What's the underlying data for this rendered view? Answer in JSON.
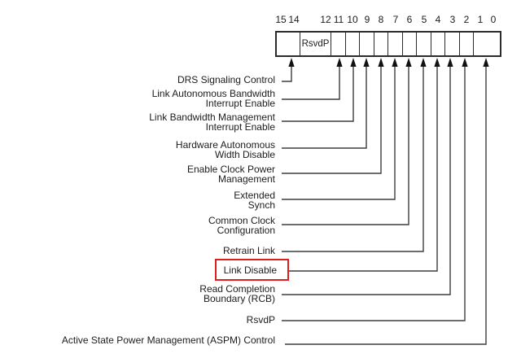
{
  "register": {
    "bit_numbers": [
      "15",
      "14",
      "12",
      "11",
      "10",
      "9",
      "8",
      "7",
      "6",
      "5",
      "4",
      "3",
      "2",
      "1",
      "0"
    ],
    "rsvdp_cell_label": "RsvdP"
  },
  "fields": [
    {
      "label": "DRS Signaling Control",
      "bits": "15:14"
    },
    {
      "label": "Link Autonomous Bandwidth\nInterrupt Enable",
      "bits": "11"
    },
    {
      "label": "Link Bandwidth Management\nInterrupt Enable",
      "bits": "10"
    },
    {
      "label": "Hardware Autonomous\nWidth Disable",
      "bits": "9"
    },
    {
      "label": "Enable Clock Power\nManagement",
      "bits": "8"
    },
    {
      "label": "Extended\nSynch",
      "bits": "7"
    },
    {
      "label": "Common Clock\nConfiguration",
      "bits": "6"
    },
    {
      "label": "Retrain Link",
      "bits": "5"
    },
    {
      "label": "Link Disable",
      "bits": "4",
      "highlighted": true
    },
    {
      "label": "Read Completion\nBoundary (RCB)",
      "bits": "3"
    },
    {
      "label": "RsvdP",
      "bits": "2"
    },
    {
      "label": "Active State Power Management (ASPM) Control",
      "bits": "1:0"
    }
  ],
  "colors": {
    "highlight_box": "#dd1f1f",
    "wire": "#3d3d3d",
    "text": "#1c1c1c",
    "register_border": "#2b2b2b"
  }
}
